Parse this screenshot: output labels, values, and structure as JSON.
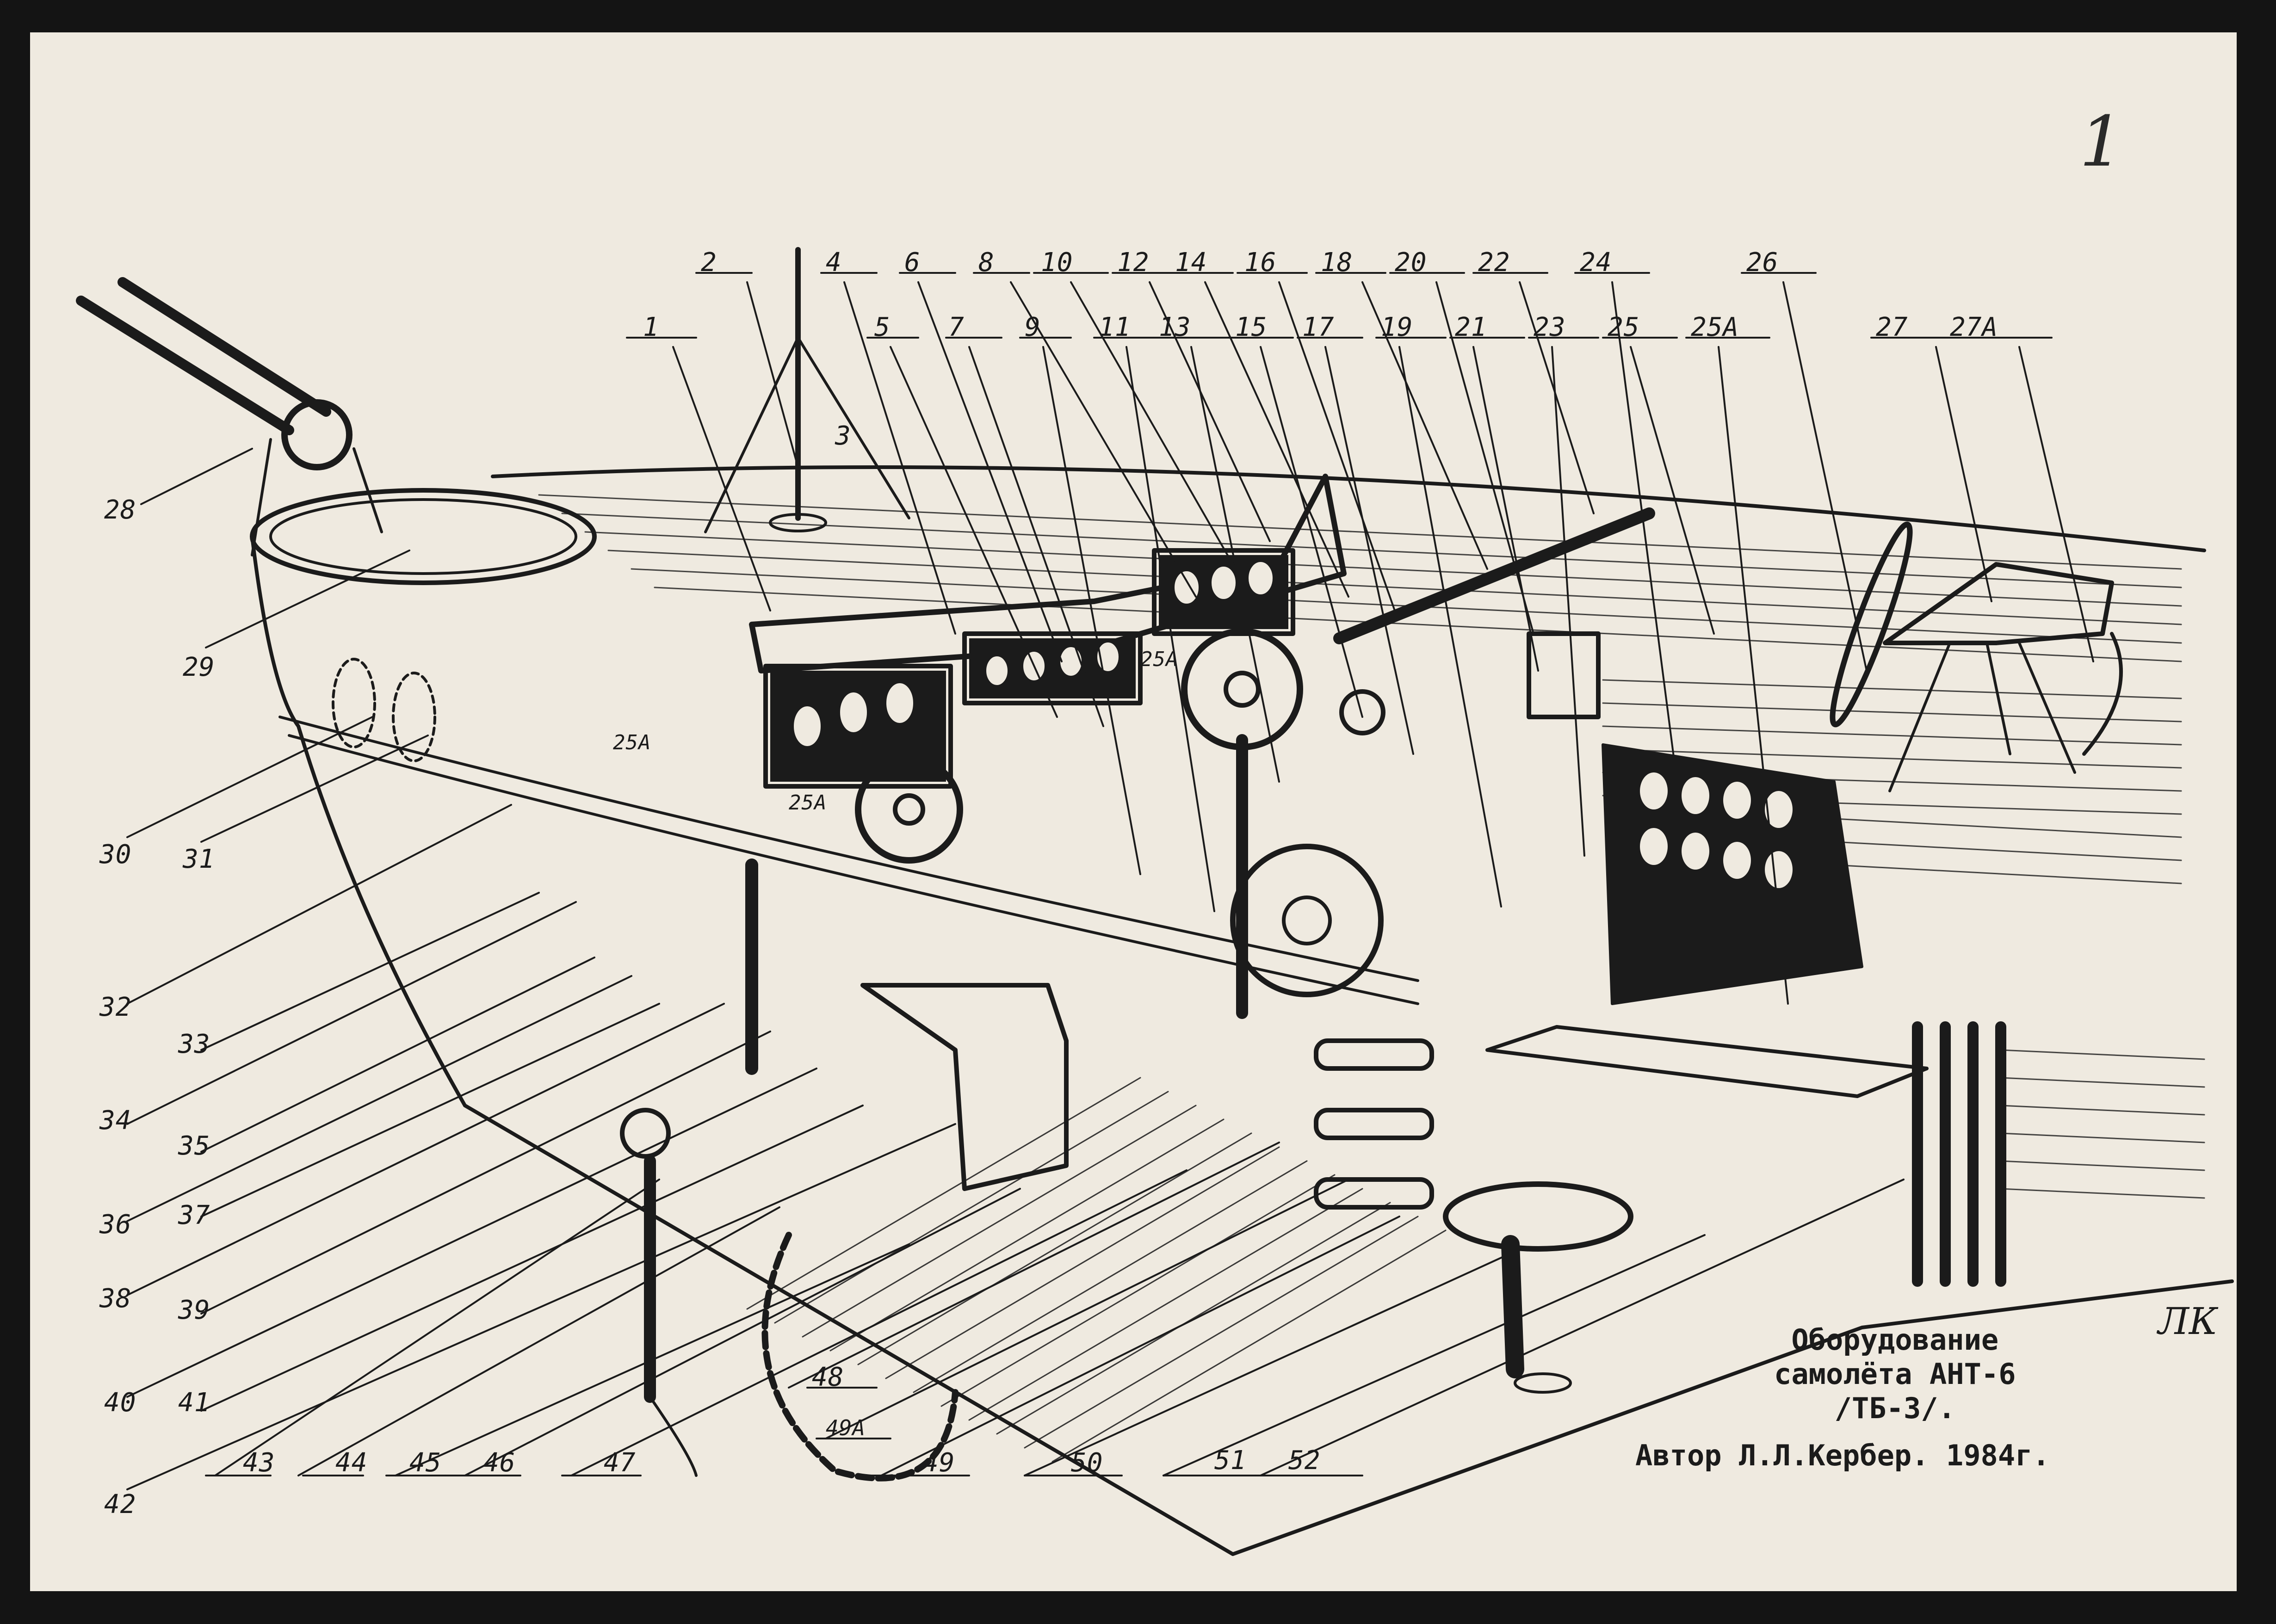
{
  "page_number": "1",
  "title": {
    "line1": "Оборудование",
    "line2": "самолёта АНТ-6",
    "line3": "/ТБ-3/."
  },
  "author": "Автор Л.Л.Кербер. 1984г.",
  "initials": "ЛК",
  "callouts": {
    "top": [
      "2",
      "4",
      "6",
      "8",
      "10",
      "12",
      "14",
      "16",
      "18",
      "20",
      "22",
      "24",
      "26"
    ],
    "top_row2": [
      "1",
      "5",
      "7",
      "9",
      "11",
      "13",
      "15",
      "17",
      "19",
      "21",
      "23",
      "25",
      "25А",
      "27",
      "27А"
    ],
    "left": [
      "28",
      "29",
      "30",
      "31",
      "32",
      "33",
      "34",
      "35",
      "36",
      "37",
      "38",
      "39",
      "40",
      "41",
      "42"
    ],
    "bottom": [
      "43",
      "44",
      "45",
      "46",
      "47",
      "48",
      "49А",
      "49",
      "50",
      "51",
      "52"
    ],
    "inline": [
      "3",
      "25А",
      "25А",
      "25А"
    ]
  }
}
